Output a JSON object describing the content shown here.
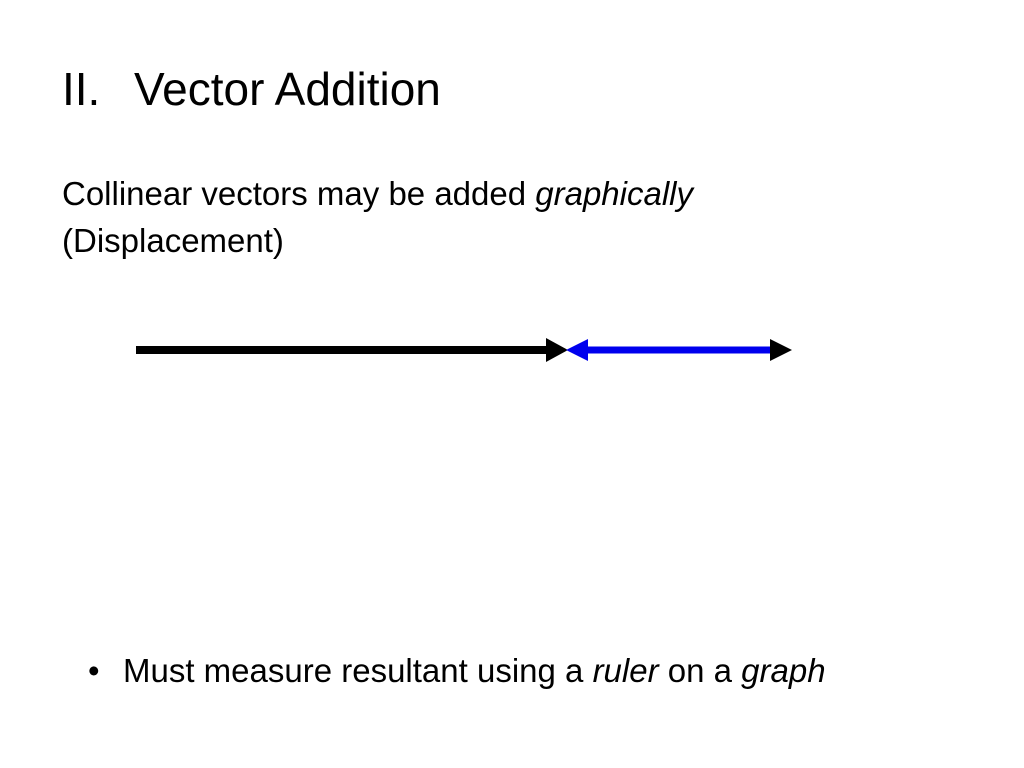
{
  "slide": {
    "title_number": "II.",
    "title_text": "Vector Addition",
    "subtitle_main": "Collinear vectors may be added ",
    "subtitle_emph": "graphically",
    "subtitle_line2": "(Displacement)"
  },
  "diagram": {
    "vector_a_color": "#000000",
    "vector_b_color": "#0000ee"
  },
  "bullet": {
    "marker": "•",
    "text_1": "Must measure resultant using a ",
    "emph_1": "ruler",
    "text_2": " on a ",
    "emph_2": "graph"
  }
}
